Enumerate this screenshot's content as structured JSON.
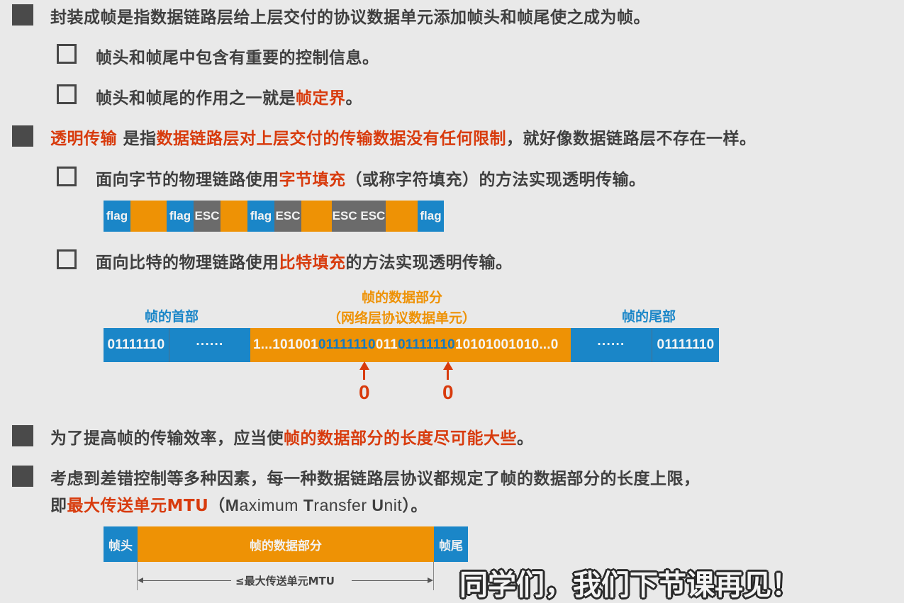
{
  "bullets": [
    {
      "parts": [
        {
          "t": "封装成帧是指数据链路层给上层交付的协议数据单元添加帧头和帧尾使之成为帧。",
          "red": false
        }
      ]
    },
    {
      "parts": [
        {
          "t": "帧头和帧尾中包含有重要的控制信息。",
          "red": false
        }
      ]
    },
    {
      "parts": [
        {
          "t": "帧头和帧尾的作用之一就是",
          "red": false
        },
        {
          "t": "帧定界",
          "red": true
        },
        {
          "t": "。",
          "red": false
        }
      ]
    },
    {
      "parts": [
        {
          "t": "透明传输",
          "red": true
        },
        {
          "t": " 是指",
          "red": false
        },
        {
          "t": "数据链路层对上层交付的传输数据没有任何限制",
          "red": true
        },
        {
          "t": "，就好像数据链路层不存在一样。",
          "red": false
        }
      ]
    },
    {
      "parts": [
        {
          "t": "面向字节的物理链路使用",
          "red": false
        },
        {
          "t": "字节填充",
          "red": true
        },
        {
          "t": "（或称字符填充）的方法实现透明传输。",
          "red": false
        }
      ]
    },
    {
      "parts": [
        {
          "t": "面向比特的物理链路使用",
          "red": false
        },
        {
          "t": "比特填充",
          "red": true
        },
        {
          "t": "的方法实现透明传输。",
          "red": false
        }
      ]
    },
    {
      "parts": [
        {
          "t": "为了提高帧的传输效率，应当使",
          "red": false
        },
        {
          "t": "帧的数据部分的长度尽可能大些",
          "red": true
        },
        {
          "t": "。",
          "red": false
        }
      ]
    },
    {
      "parts": [
        {
          "t": "考虑到差错控制等多种因素，每一种数据链路层协议都规定了帧的数据部分的长度上限，",
          "red": false
        }
      ]
    }
  ],
  "mtu_line": {
    "prefix": "即",
    "red": "最大传送单元MTU",
    "open": "（",
    "M": "M",
    "aximum": "aximum ",
    "T": "T",
    "ransfer": "ransfer ",
    "U": "U",
    "nit": "nit",
    "close": "）",
    "end": "。"
  },
  "byte_stuffing": {
    "cells": [
      {
        "label": "flag",
        "color": "blue",
        "w": 38
      },
      {
        "label": "",
        "color": "orange",
        "w": 51
      },
      {
        "label": "flag",
        "color": "blue",
        "w": 38
      },
      {
        "label": "ESC",
        "color": "gray",
        "w": 38
      },
      {
        "label": "",
        "color": "orange",
        "w": 38
      },
      {
        "label": "flag",
        "color": "blue",
        "w": 38
      },
      {
        "label": "ESC",
        "color": "gray",
        "w": 38
      },
      {
        "label": "",
        "color": "orange",
        "w": 43
      },
      {
        "label": "ESC ESC",
        "color": "gray",
        "w": 76
      },
      {
        "label": "",
        "color": "orange",
        "w": 45
      },
      {
        "label": "flag",
        "color": "blue",
        "w": 37
      }
    ]
  },
  "bit_stuffing": {
    "header_label": "帧的首部",
    "data_label_1": "帧的数据部分",
    "data_label_2": "（网络层协议数据单元）",
    "trailer_label": "帧的尾部",
    "flag_start": "01111110",
    "header_dots": "······",
    "data_bits": [
      {
        "t": "1...101001",
        "blue": false
      },
      {
        "t": "01111110",
        "blue": true
      },
      {
        "t": "011",
        "blue": false
      },
      {
        "t": "01111110",
        "blue": true
      },
      {
        "t": "10101001010...0",
        "blue": false
      }
    ],
    "trailer_dots": "······",
    "flag_end": "01111110",
    "inserted_bit_1": "0",
    "inserted_bit_2": "0"
  },
  "mtu_diagram": {
    "head": "帧头",
    "data": "帧的数据部分",
    "tail": "帧尾",
    "dimension": "≤最大传送单元MTU"
  },
  "subtitle": "同学们，我们下节课再见！",
  "colors": {
    "red": "#d83b0d",
    "blue": "#1a86c8",
    "orange": "#ee9205",
    "gray": "#6b6b6b",
    "text": "#3f3f3f",
    "bg": "#e9e9e9"
  }
}
